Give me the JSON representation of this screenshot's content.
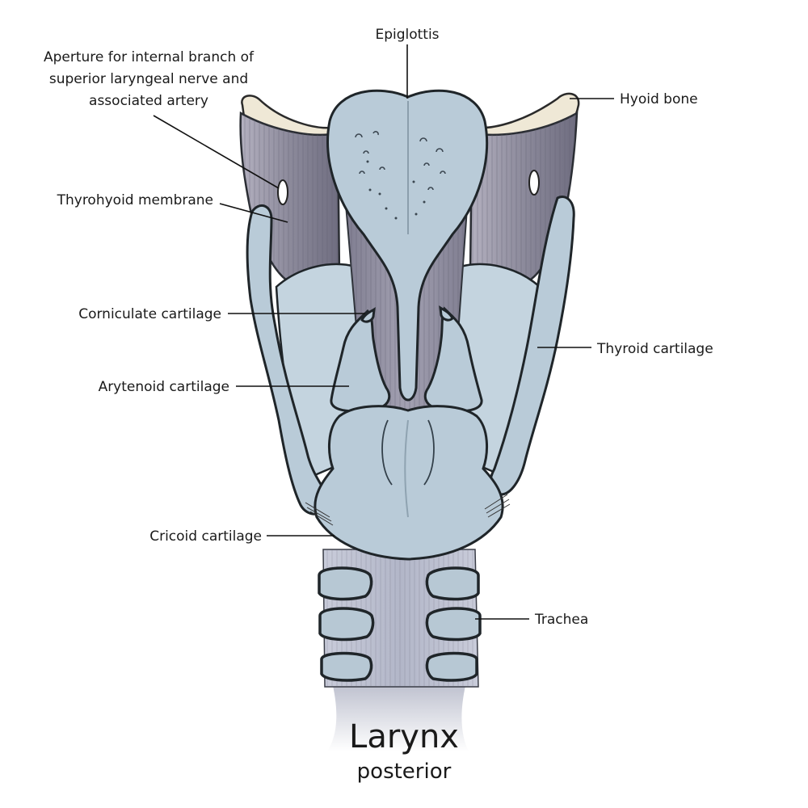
{
  "labels": {
    "epiglottis": "Epiglottis",
    "aperture_line1": "Aperture for internal branch of",
    "aperture_line2": "superior laryngeal nerve and",
    "aperture_line3": "associated artery",
    "hyoid_bone": "Hyoid bone",
    "thyrohyoid_membrane": "Thyrohyoid membrane",
    "corniculate_cartilage": "Corniculate cartilage",
    "thyroid_cartilage": "Thyroid cartilage",
    "arytenoid_cartilage": "Arytenoid cartilage",
    "cricoid_cartilage": "Cricoid cartilage",
    "trachea": "Trachea"
  },
  "title": "Larynx",
  "subtitle": "posterior",
  "colors": {
    "cartilage": "#b9cbd8",
    "bone": "#efe8d6",
    "membrane": "#8f8e9e",
    "outline": "#1f2529"
  }
}
